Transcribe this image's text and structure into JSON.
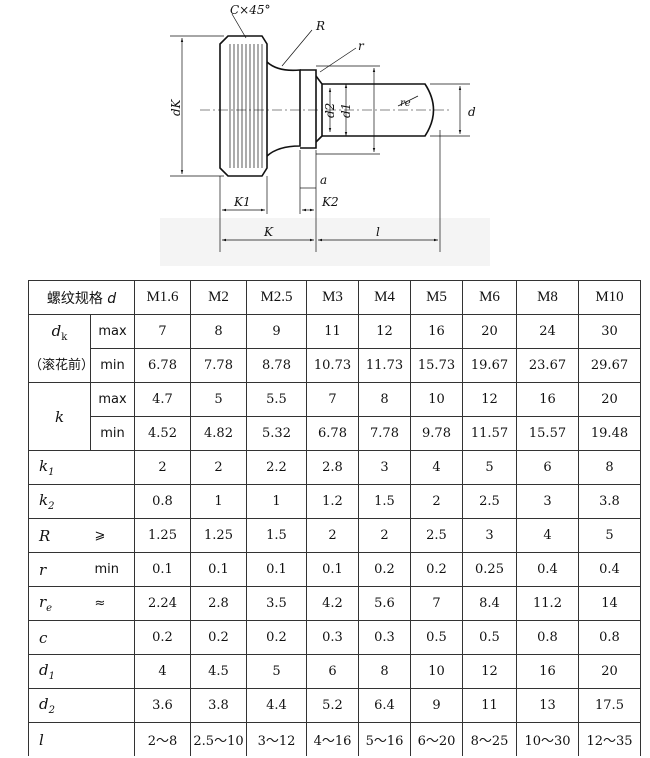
{
  "drawing": {
    "labels": {
      "chamfer": "C×45°",
      "radius_big": "R",
      "radius_small": "r",
      "dk": "dK",
      "d2": "d2",
      "d1": "d1",
      "d": "d",
      "re": "re",
      "a": "a",
      "k1": "K1",
      "k2": "K2",
      "k": "K",
      "l": "l"
    }
  },
  "table": {
    "header_label": "螺纹规格",
    "header_symbol": "d",
    "sizes": [
      "M1.6",
      "M2",
      "M2.5",
      "M3",
      "M4",
      "M5",
      "M6",
      "M8",
      "M10"
    ],
    "dk": {
      "symbol": "d",
      "sub": "k",
      "note": "（滚花前）",
      "max_label": "max",
      "min_label": "min",
      "max": [
        "7",
        "8",
        "9",
        "11",
        "12",
        "16",
        "20",
        "24",
        "30"
      ],
      "min": [
        "6.78",
        "7.78",
        "8.78",
        "10.73",
        "11.73",
        "15.73",
        "19.67",
        "23.67",
        "29.67"
      ]
    },
    "k": {
      "symbol": "k",
      "max_label": "max",
      "min_label": "min",
      "max": [
        "4.7",
        "5",
        "5.5",
        "7",
        "8",
        "10",
        "12",
        "16",
        "20"
      ],
      "min": [
        "4.52",
        "4.82",
        "5.32",
        "6.78",
        "7.78",
        "9.78",
        "11.57",
        "15.57",
        "19.48"
      ]
    },
    "rows": [
      {
        "symbol": "k",
        "sub": "1",
        "qual": "",
        "values": [
          "2",
          "2",
          "2.2",
          "2.8",
          "3",
          "4",
          "5",
          "6",
          "8"
        ]
      },
      {
        "symbol": "k",
        "sub": "2",
        "qual": "",
        "values": [
          "0.8",
          "1",
          "1",
          "1.2",
          "1.5",
          "2",
          "2.5",
          "3",
          "3.8"
        ]
      },
      {
        "symbol": "R",
        "sub": "",
        "qual": "⩾",
        "values": [
          "1.25",
          "1.25",
          "1.5",
          "2",
          "2",
          "2.5",
          "3",
          "4",
          "5"
        ]
      },
      {
        "symbol": "r",
        "sub": "",
        "qual": "min",
        "values": [
          "0.1",
          "0.1",
          "0.1",
          "0.1",
          "0.2",
          "0.2",
          "0.25",
          "0.4",
          "0.4"
        ]
      },
      {
        "symbol": "r",
        "sub": "e",
        "qual": "≈",
        "values": [
          "2.24",
          "2.8",
          "3.5",
          "4.2",
          "5.6",
          "7",
          "8.4",
          "11.2",
          "14"
        ]
      },
      {
        "symbol": "c",
        "sub": "",
        "qual": "",
        "values": [
          "0.2",
          "0.2",
          "0.2",
          "0.3",
          "0.3",
          "0.5",
          "0.5",
          "0.8",
          "0.8"
        ]
      },
      {
        "symbol": "d",
        "sub": "1",
        "qual": "",
        "values": [
          "4",
          "4.5",
          "5",
          "6",
          "8",
          "10",
          "12",
          "16",
          "20"
        ]
      },
      {
        "symbol": "d",
        "sub": "2",
        "qual": "",
        "values": [
          "3.6",
          "3.8",
          "4.4",
          "5.2",
          "6.4",
          "9",
          "11",
          "13",
          "17.5"
        ]
      },
      {
        "symbol": "l",
        "sub": "",
        "qual": "",
        "values": [
          "2～8",
          "2.5～10",
          "3～12",
          "4～16",
          "5～16",
          "6～20",
          "8～25",
          "10～30",
          "12～35"
        ]
      }
    ]
  }
}
